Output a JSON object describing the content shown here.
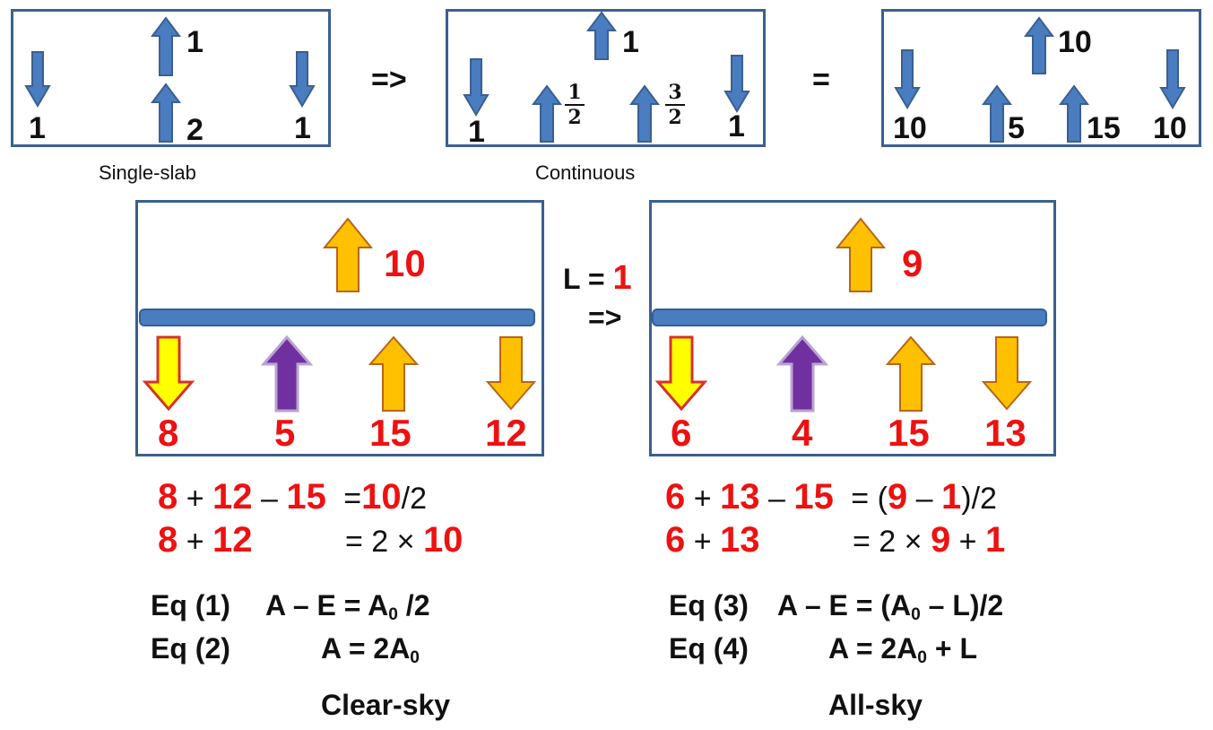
{
  "top_row": {
    "operator_1": "=>",
    "operator_2": "=",
    "single_slab": {
      "caption": "Single-slab",
      "up_top": "1",
      "down_left": "1",
      "up_mid": "2",
      "down_right": "1"
    },
    "continuous": {
      "caption": "Continuous",
      "up_top": "1",
      "down_left": "1",
      "up_a_num": "1",
      "up_a_den": "2",
      "up_b_num": "3",
      "up_b_den": "2",
      "down_right": "1"
    },
    "scaled": {
      "up_top": "10",
      "down_left": "10",
      "up_a": "5",
      "up_b": "15",
      "down_right": "10"
    }
  },
  "middle_row": {
    "lambda_label": "L =",
    "lambda_value": "1",
    "arrow_op": "=>",
    "clear_sky": {
      "toa_up": "10",
      "sfc_down_sw": "8",
      "sfc_up_purple": "5",
      "sfc_up": "15",
      "sfc_down": "12"
    },
    "all_sky": {
      "toa_up": "9",
      "sfc_down_sw": "6",
      "sfc_up_purple": "4",
      "sfc_up": "15",
      "sfc_down": "13"
    }
  },
  "equations_numeric": {
    "clear_sky": {
      "line1": {
        "a": "8",
        "plus": "+",
        "b": "12",
        "minus": "–",
        "c": "15",
        "eq": "=",
        "d": "10",
        "tail": "/2"
      },
      "line2": {
        "a": "8",
        "plus": "+",
        "b": "12",
        "eq": "= 2 ×",
        "d": "10"
      }
    },
    "all_sky": {
      "line1": {
        "a": "6",
        "plus": "+",
        "b": "13",
        "minus": "–",
        "c": "15",
        "eq": "= (",
        "d": "9",
        "mid": "–",
        "e": "1",
        "tail": ")/2"
      },
      "line2": {
        "a": "6",
        "plus": "+",
        "b": "13",
        "eq": "= 2 ×",
        "d": "9",
        "plus2": "+",
        "e": "1"
      }
    }
  },
  "equations_symbolic": {
    "eq1_label": "Eq (1)",
    "eq1_left": "A – E  = A",
    "eq1_sub": "0",
    "eq1_tail": " /2",
    "eq2_label": "Eq (2)",
    "eq2_left": "A = 2A",
    "eq2_sub": "0",
    "eq3_label": "Eq (3)",
    "eq3_left": "A – E  = (A",
    "eq3_sub": "0",
    "eq3_tail": " – L)/2",
    "eq4_label": "Eq (4)",
    "eq4_left": "A  = 2A",
    "eq4_sub": "0",
    "eq4_tail": " + L",
    "caption_left": "Clear-sky",
    "caption_right": "All-sky"
  },
  "colors": {
    "blue_arrow": "#4a7cc0",
    "blue_border": "#3b5f8f",
    "orange": "#ffc000",
    "orange_border": "#b7651a",
    "yellow": "#ffff00",
    "yellow_border": "#d8312a",
    "purple": "#7030a0",
    "purple_border": "#b9a3d2",
    "red_text": "#ee1111"
  }
}
